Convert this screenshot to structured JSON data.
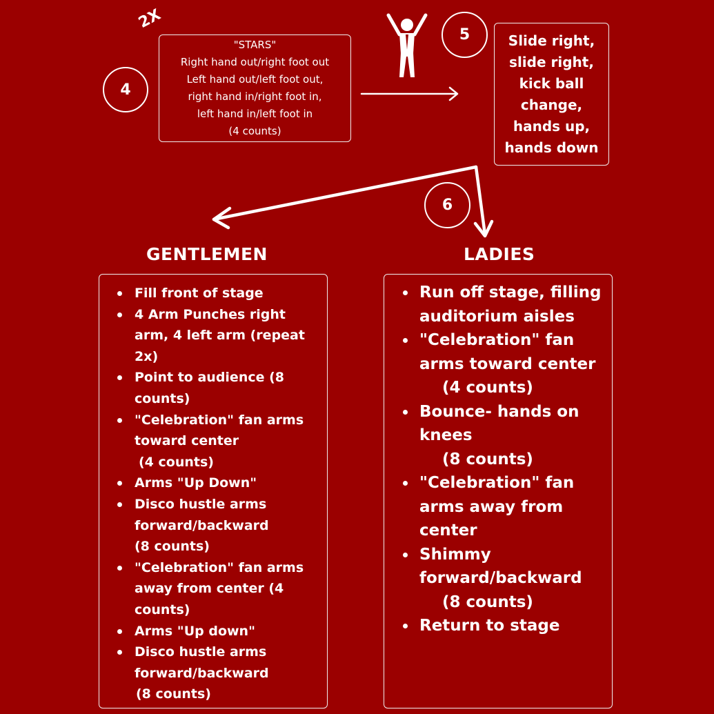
{
  "repeat_note": "2X",
  "step4": {
    "number": "4",
    "lines": [
      "\"STARS\"",
      "Right hand out/right foot out",
      "Left hand out/left foot out,",
      "right hand in/right foot in,",
      "left hand in/left foot in",
      "(4 counts)"
    ]
  },
  "step5": {
    "number": "5",
    "lines": [
      "Slide right,",
      "slide right,",
      "kick ball",
      "change,",
      "hands up,",
      "hands down"
    ]
  },
  "step6": {
    "number": "6"
  },
  "gentlemen": {
    "heading": "GENTLEMEN",
    "items": [
      "Fill front of stage",
      "4 Arm Punches right arm, 4 left arm (repeat 2x)",
      "Point to audience (8 counts)",
      "\"Celebration\" fan arms toward center",
      "Arms \"Up Down\"",
      "Disco hustle arms forward/backward",
      "\"Celebration\" fan arms away from center (4 counts)",
      "Arms \"Up down\"",
      "Disco hustle arms forward/backward"
    ],
    "counts": [
      "(4 counts)",
      "(8 counts)",
      "(8 counts)"
    ]
  },
  "ladies": {
    "heading": "LADIES",
    "items": [
      "Run off stage, filling auditorium aisles",
      "\"Celebration\" fan arms toward center",
      "Bounce- hands on knees",
      "\"Celebration\" fan arms away from center",
      "Shimmy forward/backward",
      "Return to stage"
    ],
    "counts": [
      "(4 counts)",
      "(8 counts)",
      "(8 counts)"
    ]
  },
  "colors": {
    "background": "#9b0000",
    "foreground": "#ffffff"
  }
}
